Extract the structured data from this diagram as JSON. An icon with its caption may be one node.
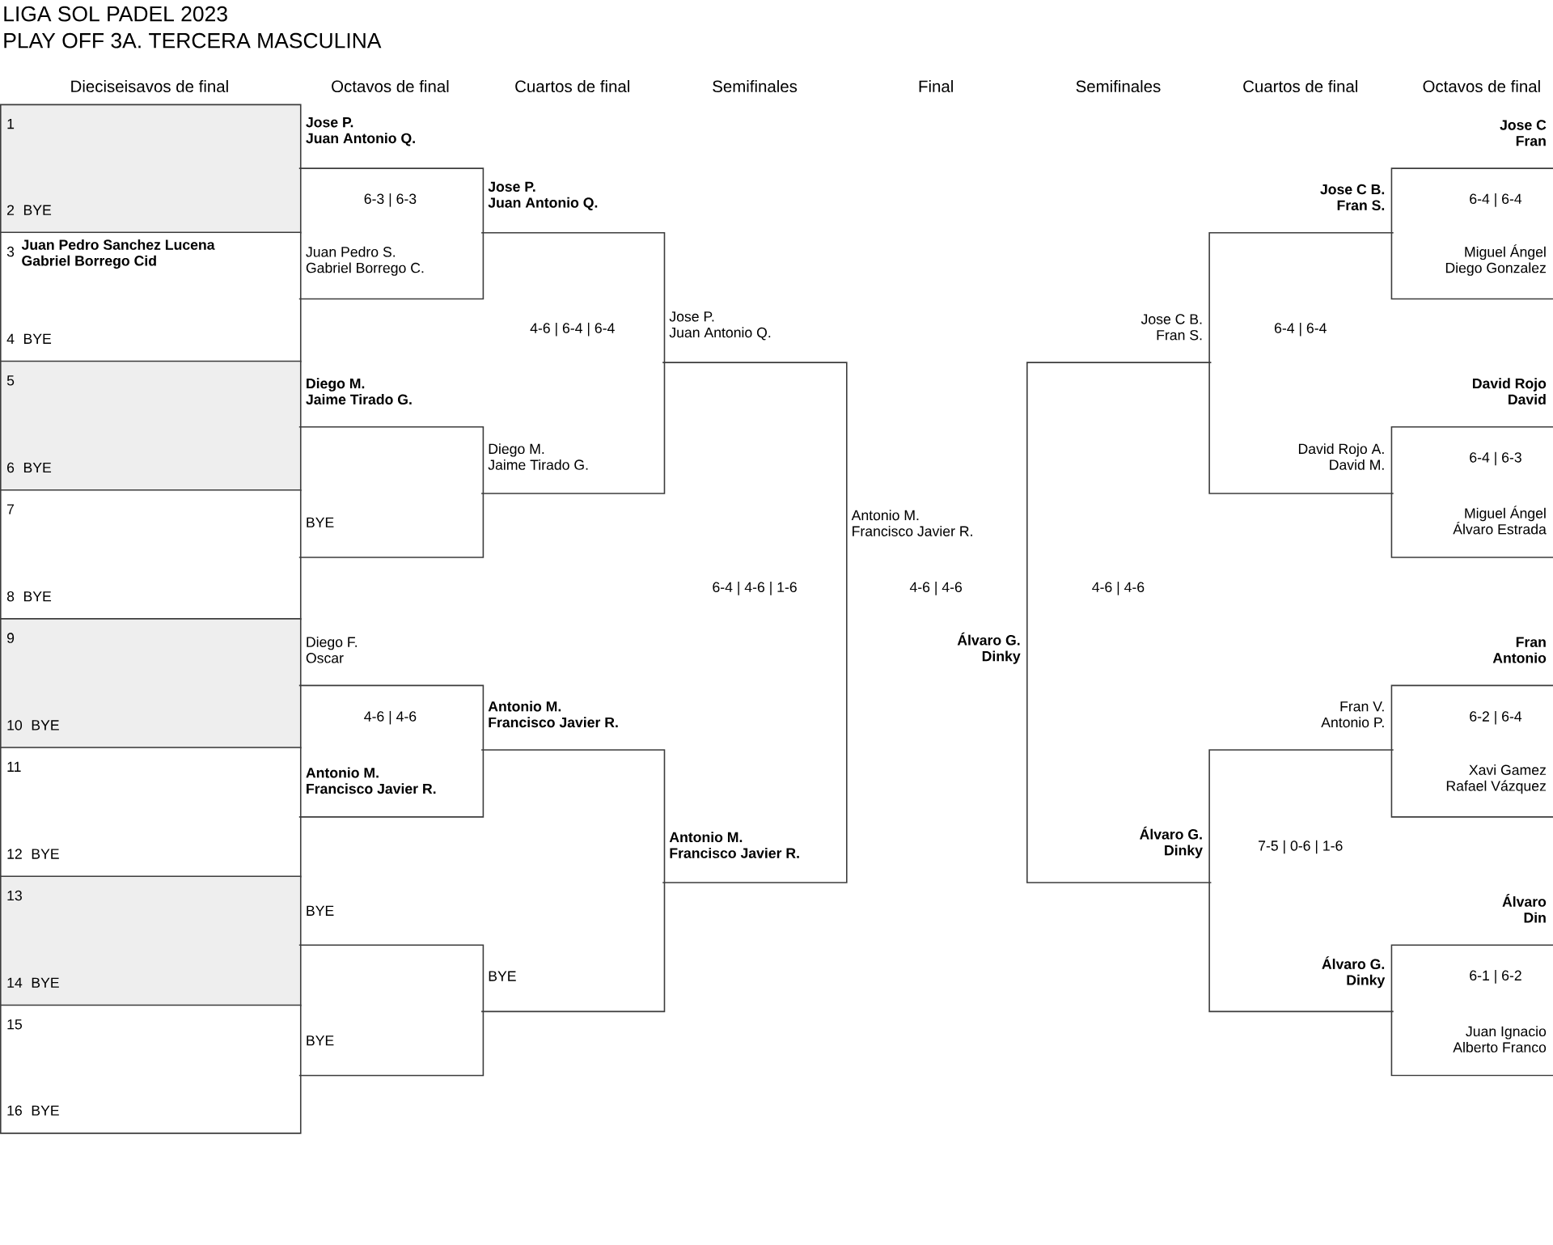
{
  "diagram": {
    "title": "LIGA SOL PADEL 2023",
    "nodes": [
      {
        "text": [
          "1",
          "2",
          "BYE"
        ]
      },
      {
        "text": [
          "3",
          "4",
          "BYE"
        ]
      },
      {
        "text": [
          "5",
          "6",
          "BYE"
        ]
      },
      {
        "text": [
          "7",
          "8",
          "BYE"
        ]
      },
      {
        "text": [
          "9",
          "10",
          "BYE"
        ]
      },
      {
        "text": [
          "11",
          "12",
          "BYE"
        ]
      },
      {
        "text": [
          "13",
          "14",
          "BYE"
        ]
      },
      {
        "text": [
          "15",
          "16",
          "BYE"
        ]
      },
      {
        "text": [
          "**Juan Pedro Sanchez Lucena**",
          "**Gabriel Borrego Cid**"
        ],
        "in": 1
      },
      {
        "text": [
          "**Jose P.**",
          "**Juan Antonio Q.**"
        ]
      },
      {
        "text": [
          "6-3 | 6-3"
        ]
      },
      {
        "text": [
          "Juan Pedro S.",
          "Gabriel Borrego C."
        ],
        "in": 10
      },
      {
        "text": [
          "**Diego M.**",
          "**Jaime Tirado G.**"
        ]
      },
      {
        "text": [],
        "shape": "box"
      },
      {
        "text": [
          "BYE"
        ],
        "in": 13
      },
      {
        "text": [
          "Diego F.",
          "Oscar"
        ]
      },
      {
        "text": [
          "4-6 | 4-6"
        ]
      },
      {
        "text": [
          "**Antonio M.**",
          "**Francisco Javier R.**"
        ],
        "in": 16
      },
      {
        "text": [
          "BYE"
        ]
      },
      {
        "text": [],
        "shape": "box"
      },
      {
        "text": [
          "BYE"
        ],
        "in": 19
      },
      {
        "text": [
          "**Jose P.**",
          "**Juan Antonio Q.**"
        ]
      },
      {
        "text": [
          "4-6 | 6-4 | 6-4"
        ]
      },
      {
        "text": [
          "Diego M.",
          "Jaime Tirado G."
        ],
        "in": 22
      },
      {
        "text": [
          "**Antonio M.**",
          "**Francisco Javier R.**"
        ]
      },
      {
        "text": [],
        "shape": "box"
      },
      {
        "text": [
          "BYE"
        ],
        "in": 25
      },
      {
        "text": [
          "Jose P.",
          "Juan Antonio Q."
        ]
      },
      {
        "text": [
          "6-4 | 4-6 | 1-6"
        ]
      },
      {
        "text": [
          "**Antonio M.**",
          "**Francisco Javier R.**"
        ],
        "in": 28
      },
      {
        "text": [
          "Antonio M.",
          "Francisco Javier R."
        ]
      },
      {
        "text": [
          "4-6 | 4-6"
        ]
      },
      {
        "text": [
          "**Álvaro G.**",
          "**Dinky**"
        ]
      },
      {
        "text": [
          "Jose C B.",
          "Fran S."
        ]
      },
      {
        "text": [
          "4-6 | 4-6"
        ]
      },
      {
        "text": [
          "**Álvaro G.**",
          "**Dinky**"
        ],
        "in": 34
      },
      {
        "text": [
          "**Jose C B.**",
          "**Fran S.**"
        ]
      },
      {
        "text": [
          "6-4 | 6-4"
        ]
      },
      {
        "text": [
          "David Rojo A.",
          "David M."
        ],
        "in": 37
      },
      {
        "text": [
          "Fran V.",
          "Antonio P."
        ]
      },
      {
        "text": [
          "7-5 | 0-6 | 1-6"
        ]
      },
      {
        "text": [
          "**Álvaro G.**",
          "**Dinky**"
        ],
        "in": 40
      },
      {
        "text": [
          "**Jose C**",
          "**Fran**"
        ]
      },
      {
        "text": [
          "6-4 | 6-4"
        ]
      },
      {
        "text": [
          "Miguel Ángel",
          "Diego Gonzalez"
        ],
        "in": 43
      },
      {
        "text": [
          "**David Rojo**",
          "**David**"
        ]
      },
      {
        "text": [
          "6-4 | 6-3"
        ]
      },
      {
        "text": [
          "Miguel Ángel",
          "Álvaro Estrada"
        ],
        "in": 46
      },
      {
        "text": [
          "**Fran**",
          "**Antonio**"
        ]
      },
      {
        "text": [
          "6-2 | 6-4"
        ]
      },
      {
        "text": [
          "Xavi Gamez",
          "Rafael Vázquez"
        ],
        "in": 49
      },
      {
        "text": [
          "**Álvaro**",
          "**Din**"
        ]
      },
      {
        "text": [
          "6-1 | 6-2"
        ]
      },
      {
        "text": [
          "Juan Ignacio",
          "Alberto Franco"
        ],
        "in": 52
      }
    ],
    "labels": [
      "PLAY OFF 3A. TERCERA MASCULINA",
      "Dieciseisavos de final",
      "Octavos de final",
      "Cuartos de final",
      "Semifinales",
      "Final",
      "Semifinales",
      "Cuartos de final",
      "Octavos de final"
    ]
  }
}
